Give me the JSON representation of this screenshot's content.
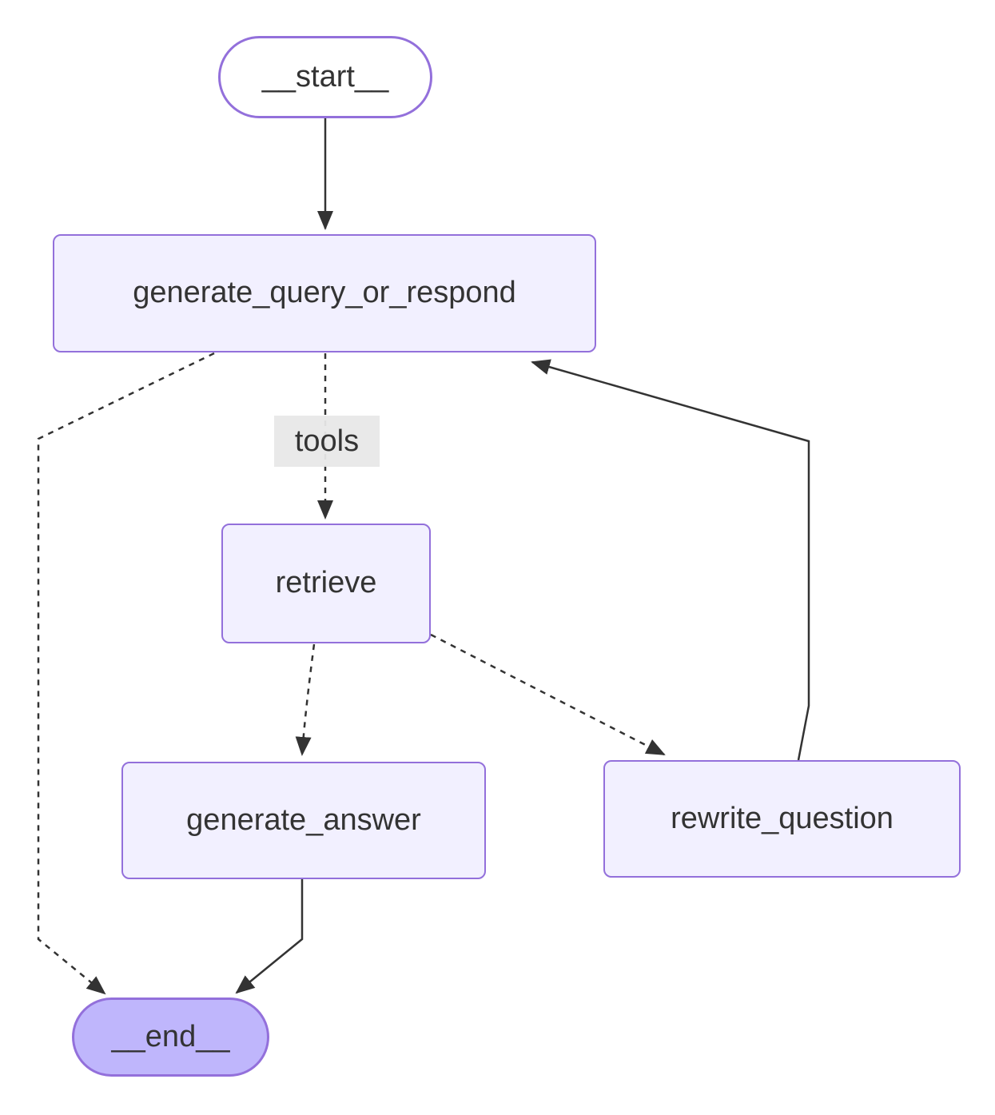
{
  "diagram": {
    "kind": "flowchart",
    "direction": "top-down",
    "nodes": [
      {
        "id": "__start__",
        "label": "__start__",
        "shape": "stadium",
        "role": "entry-point"
      },
      {
        "id": "generate_query_or_respond",
        "label": "generate_query_or_respond",
        "shape": "rectangle",
        "role": "step"
      },
      {
        "id": "retrieve",
        "label": "retrieve",
        "shape": "rectangle",
        "role": "step"
      },
      {
        "id": "generate_answer",
        "label": "generate_answer",
        "shape": "rectangle",
        "role": "step"
      },
      {
        "id": "rewrite_question",
        "label": "rewrite_question",
        "shape": "rectangle",
        "role": "step"
      },
      {
        "id": "__end__",
        "label": "__end__",
        "shape": "stadium",
        "role": "exit-point"
      }
    ],
    "edges": [
      {
        "from": "__start__",
        "to": "generate_query_or_respond",
        "style": "solid",
        "label": ""
      },
      {
        "from": "generate_query_or_respond",
        "to": "retrieve",
        "style": "dotted",
        "label": "tools"
      },
      {
        "from": "generate_query_or_respond",
        "to": "__end__",
        "style": "dotted",
        "label": ""
      },
      {
        "from": "retrieve",
        "to": "generate_answer",
        "style": "dotted",
        "label": ""
      },
      {
        "from": "retrieve",
        "to": "rewrite_question",
        "style": "dotted",
        "label": ""
      },
      {
        "from": "rewrite_question",
        "to": "generate_query_or_respond",
        "style": "solid",
        "label": ""
      },
      {
        "from": "generate_answer",
        "to": "__end__",
        "style": "solid",
        "label": ""
      }
    ],
    "colors": {
      "node_fill": "#f2f0ff",
      "node_border": "#9370db",
      "start_fill": "#ffffff",
      "end_fill": "#bfb6fc",
      "text": "#333333",
      "edge_stroke": "#333333",
      "edge_label_bg": "#e8e8e8",
      "background": "#ffffff"
    }
  }
}
